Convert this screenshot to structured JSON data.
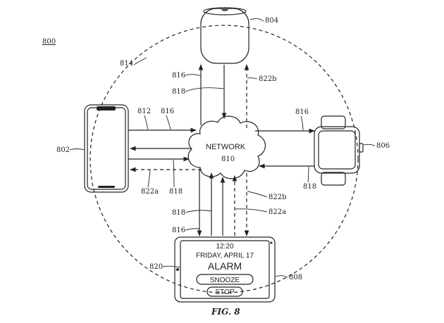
{
  "figure": {
    "number": "800",
    "caption": "FIG. 8"
  },
  "network": {
    "label": "NETWORK",
    "ref": "810"
  },
  "refs": {
    "speaker": "804",
    "watch": "806",
    "phone": "802",
    "tablet": "808",
    "circle": "814",
    "alarm": "820",
    "r816": "816",
    "r818": "818",
    "r812": "812",
    "r822a": "822a",
    "r822b": "822b"
  },
  "tablet_screen": {
    "time": "12:20",
    "date": "FRIDAY, APRIL 17",
    "title": "ALARM",
    "snooze_label": "SNOOZE",
    "stop_label": "STOP"
  }
}
